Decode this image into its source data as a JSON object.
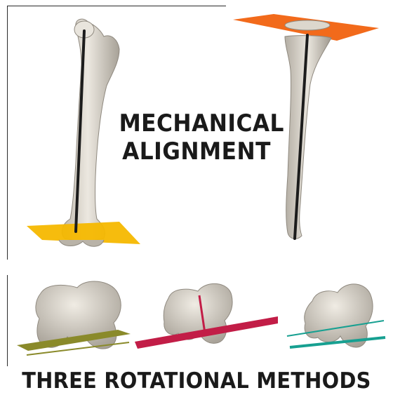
{
  "title_top": {
    "line1": "MECHANICAL",
    "line2": "ALIGNMENT"
  },
  "title_bottom": "THREE ROTATIONAL METHODS",
  "colors": {
    "bone": "#e2ddd2",
    "bone_shade": "#a9a39a",
    "axis_line": "#1c1c1c",
    "femur_plane": "#f5b800",
    "tibia_plane": "#f26a1b",
    "method1": "#8a8a2a",
    "method2": "#c21d47",
    "method3": "#17a091"
  },
  "icons": [
    "femur-bone",
    "tibia-bone",
    "distal-femur-bone"
  ]
}
